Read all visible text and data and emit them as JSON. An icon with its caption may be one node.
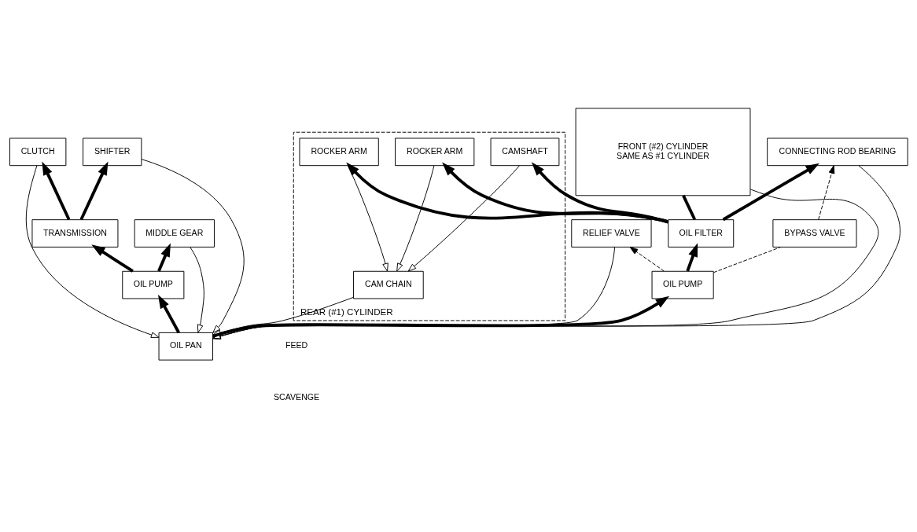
{
  "diagram": {
    "nodes": [
      {
        "text": [
          "FRONT (#2) CYLINDER",
          "SAME AS #1 CYLINDER"
        ]
      },
      {
        "text": [
          "REAR (#1) CYLINDER"
        ]
      },
      {
        "text": [
          "ROCKER ARM"
        ],
        "in": 1
      },
      {
        "text": [
          "ROCKER ARM"
        ],
        "in": 1
      },
      {
        "text": [
          "CAMSHAFT"
        ],
        "in": 1
      },
      {
        "text": [
          "CAM CHAIN"
        ],
        "in": 1
      },
      {
        "text": [
          "CONNECTING ROD BEARING"
        ]
      },
      {
        "text": [
          "CLUTCH"
        ]
      },
      {
        "text": [
          "SHIFTER"
        ]
      },
      {
        "text": [
          "TRANSMISSION"
        ]
      },
      {
        "text": [
          "MIDDLE GEAR"
        ]
      },
      {
        "text": [
          "OIL PUMP"
        ]
      },
      {
        "text": [
          "BYPASS VALVE"
        ]
      },
      {
        "text": [
          "OIL FILTER"
        ]
      },
      {
        "text": [
          "RELIEF VALVE"
        ]
      },
      {
        "text": [
          "OIL PUMP"
        ]
      },
      {
        "text": [
          "OIL PAN"
        ]
      }
    ],
    "edges": [
      {
        "from": 16,
        "to": 11,
        "arrow": "to",
        "style": "thick"
      },
      {
        "from": 11,
        "to": 9,
        "arrow": "to",
        "style": "thick"
      },
      {
        "from": 11,
        "to": 10,
        "arrow": "to",
        "style": "thick"
      },
      {
        "from": 9,
        "to": 7,
        "arrow": "to",
        "style": "thick"
      },
      {
        "from": 9,
        "to": 8,
        "arrow": "to",
        "style": "thick"
      },
      {
        "from": 16,
        "to": 15,
        "arrow": "to",
        "style": "thick"
      },
      {
        "from": 15,
        "to": 13,
        "arrow": "to",
        "style": "thick"
      },
      {
        "from": 15,
        "to": 12,
        "arrow": "none",
        "style": "dashed"
      },
      {
        "from": 15,
        "to": 14,
        "arrow": "to",
        "style": "dashed"
      },
      {
        "from": 12,
        "to": 6,
        "arrow": "to",
        "style": "dashed"
      },
      {
        "from": 13,
        "to": 6,
        "arrow": "to",
        "style": "thick"
      },
      {
        "from": 13,
        "to": 0,
        "arrow": "none",
        "style": "thick"
      },
      {
        "from": 13,
        "to": 2,
        "arrow": "to",
        "style": "thick"
      },
      {
        "from": 13,
        "to": 3,
        "arrow": "to",
        "style": "thick"
      },
      {
        "from": 13,
        "to": 4,
        "arrow": "to",
        "style": "thick"
      },
      {
        "from": 2,
        "to": 5,
        "arrow": "to"
      },
      {
        "from": 4,
        "to": 5,
        "arrow": "to"
      },
      {
        "from": 3,
        "to": 5,
        "arrow": "to"
      },
      {
        "from": 0,
        "to": 16,
        "arrow": "to"
      },
      {
        "from": 7,
        "to": 16,
        "arrow": "to"
      },
      {
        "from": 10,
        "to": 16,
        "arrow": "to"
      },
      {
        "from": 8,
        "to": 16,
        "arrow": "to"
      },
      {
        "from": 6,
        "to": 16,
        "arrow": "to"
      },
      {
        "from": 14,
        "to": 16,
        "arrow": "to"
      },
      {
        "from": 5,
        "to": 16,
        "arrow": "to"
      }
    ],
    "legend": [
      {
        "text": "FEED"
      },
      {
        "text": "SCAVENGE"
      }
    ]
  }
}
